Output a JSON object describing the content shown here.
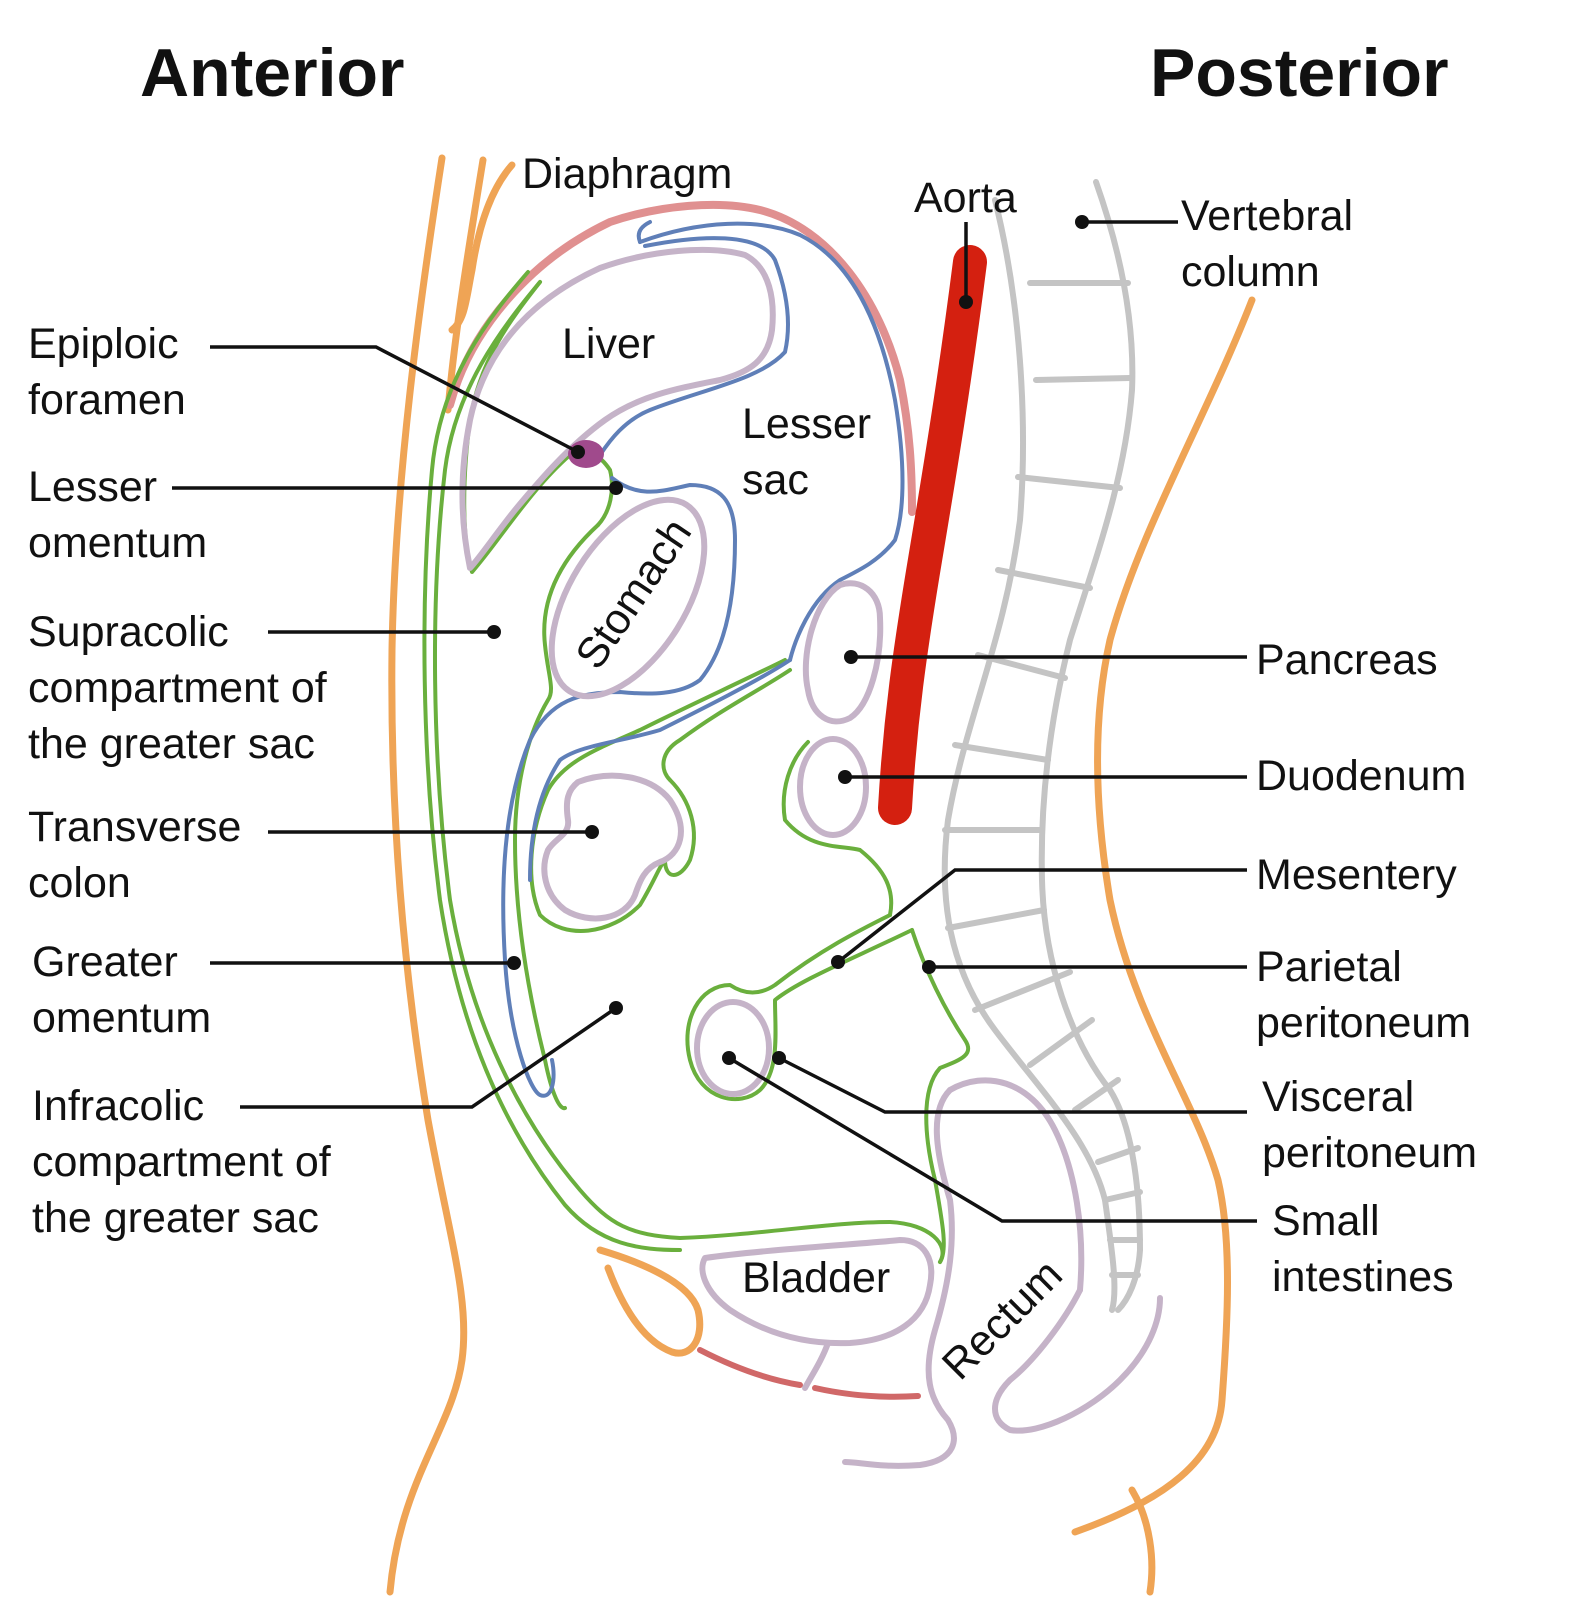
{
  "headings": {
    "anterior": "Anterior",
    "posterior": "Posterior"
  },
  "labels": {
    "diaphragm": "Diaphragm",
    "aorta": "Aorta",
    "vertebral_column": [
      "Vertebral",
      "column"
    ],
    "liver": "Liver",
    "lesser_sac": [
      "Lesser",
      "sac"
    ],
    "stomach": "Stomach",
    "bladder": "Bladder",
    "rectum": "Rectum",
    "epiploic_foramen": [
      "Epiploic",
      "foramen"
    ],
    "lesser_omentum": [
      "Lesser",
      "omentum"
    ],
    "supracolic": [
      "Supracolic",
      "compartment of",
      "the greater sac"
    ],
    "transverse_colon": [
      "Transverse",
      "colon"
    ],
    "greater_omentum": [
      "Greater",
      "omentum"
    ],
    "infracolic": [
      "Infracolic",
      "compartment of",
      "the greater sac"
    ],
    "pancreas": "Pancreas",
    "duodenum": "Duodenum",
    "mesentery": "Mesentery",
    "parietal_peritoneum": [
      "Parietal",
      "peritoneum"
    ],
    "visceral_peritoneum": [
      "Visceral",
      "peritoneum"
    ],
    "small_intestines": [
      "Small",
      "intestines"
    ]
  },
  "colors": {
    "body_wall": "#EFA455",
    "diaphragm": "#E09090",
    "peritoneum": "#6AAF3D",
    "lesser_sac_wall": "#5F7FB8",
    "organ_outline": "#C5B3C8",
    "aorta": "#D42010",
    "vertebrae": "#C4C4C4",
    "epiploic_foramen": "#A04A8C",
    "pelvic_floor": "#D06868",
    "text": "#111111"
  }
}
